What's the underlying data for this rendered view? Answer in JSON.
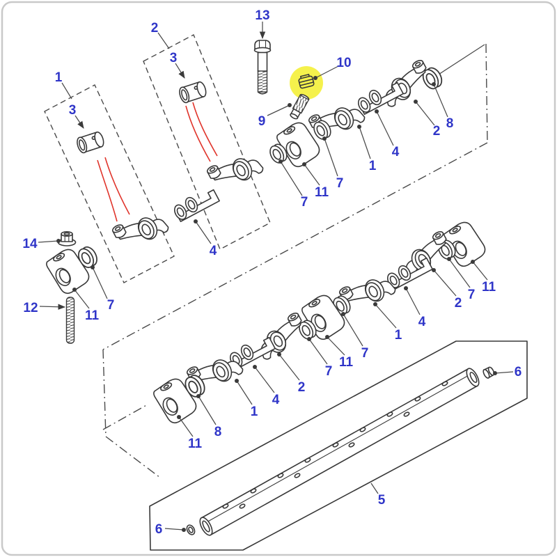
{
  "figure": {
    "background": "#ffffff",
    "border_color": "#c9c9c9",
    "line_color": "#383838",
    "label_color": "#2f35c8",
    "red_guide_color": "#e0352c",
    "highlight_color": "#f4ef33",
    "highlighted_callout": "10"
  },
  "callouts": [
    {
      "label": "1",
      "points_to": "rocker-arm-group-box-1"
    },
    {
      "label": "2",
      "points_to": "rocker-arm-group-box-2"
    },
    {
      "label": "3",
      "points_to": "bushing-box-1"
    },
    {
      "label": "3",
      "points_to": "bushing-box-2"
    },
    {
      "label": "13",
      "points_to": "flange-bolt"
    },
    {
      "label": "10",
      "points_to": "adjusting-nut-highlighted"
    },
    {
      "label": "9",
      "points_to": "adjusting-screw"
    },
    {
      "label": "14",
      "points_to": "flange-nut"
    },
    {
      "label": "12",
      "points_to": "stud"
    },
    {
      "label": "11",
      "points_to": "pedestal-bracket-left"
    },
    {
      "label": "7",
      "points_to": "washer-left"
    },
    {
      "label": "4",
      "points_to": "spacer-clamp-middle"
    },
    {
      "label": "7",
      "points_to": "washer-upper-row"
    },
    {
      "label": "11",
      "points_to": "pedestal-upper-row"
    },
    {
      "label": "7",
      "points_to": "washer-upper-row"
    },
    {
      "label": "1",
      "points_to": "rocker-arm-upper-row"
    },
    {
      "label": "4",
      "points_to": "spacer-clamp-upper-row"
    },
    {
      "label": "2",
      "points_to": "rocker-arm-upper-row"
    },
    {
      "label": "8",
      "points_to": "washer-upper-row"
    },
    {
      "label": "11",
      "points_to": "pedestal-middle-row"
    },
    {
      "label": "8",
      "points_to": "washer-middle-row"
    },
    {
      "label": "1",
      "points_to": "rocker-arm-middle-row"
    },
    {
      "label": "4",
      "points_to": "spacer-clamp-middle-row"
    },
    {
      "label": "2",
      "points_to": "rocker-arm-middle-row"
    },
    {
      "label": "7",
      "points_to": "washer-middle-row"
    },
    {
      "label": "11",
      "points_to": "pedestal-middle-row"
    },
    {
      "label": "7",
      "points_to": "washer-middle-row"
    },
    {
      "label": "1",
      "points_to": "rocker-arm-middle-row"
    },
    {
      "label": "4",
      "points_to": "spacer-clamp-middle-row"
    },
    {
      "label": "2",
      "points_to": "rocker-arm-middle-row"
    },
    {
      "label": "7",
      "points_to": "washer-middle-row"
    },
    {
      "label": "11",
      "points_to": "pedestal-middle-row"
    },
    {
      "label": "6",
      "points_to": "shaft-plug-left"
    },
    {
      "label": "5",
      "points_to": "rocker-shaft"
    },
    {
      "label": "6",
      "points_to": "shaft-plug-right"
    }
  ]
}
